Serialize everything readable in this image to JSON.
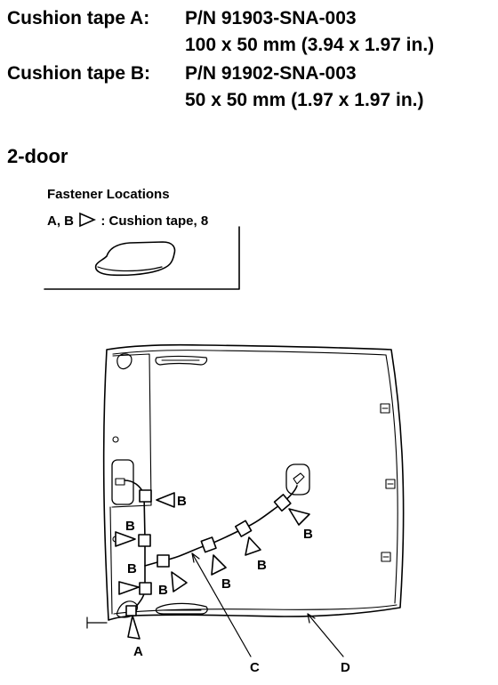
{
  "specs": {
    "a_label": "Cushion tape A:",
    "a_part": "P/N 91903-SNA-003",
    "a_size": "100 x 50 mm (3.94 x 1.97 in.)",
    "b_label": "Cushion tape B:",
    "b_part": "P/N 91902-SNA-003",
    "b_size": "50 x 50 mm (1.97 x 1.97 in.)"
  },
  "section_title": "2-door",
  "legend": {
    "title": "Fastener Locations",
    "prefix": "A, B",
    "desc": ": Cushion tape, 8",
    "icon": "triangle-pointer-icon"
  },
  "callouts": {
    "a": "A",
    "b": "B",
    "c": "C",
    "d": "D"
  }
}
